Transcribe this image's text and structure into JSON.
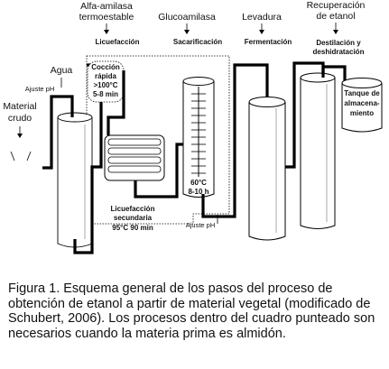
{
  "labels": {
    "enzyme1_line1": "Alfa-amilasa",
    "enzyme1_line2": "termoestable",
    "enzyme2": "Glucoamilasa",
    "enzyme3": "Levadura",
    "recovery_line1": "Recuperación",
    "recovery_line2": "de etanol",
    "step_liquefaction": "Licuefacción",
    "step_saccharification": "Sacarificación",
    "step_fermentation": "Fermentación",
    "step_distillation_line1": "Destilación y",
    "step_distillation_line2": "deshidratación",
    "water": "Agua",
    "ph_adjust_top": "Ajuste pH",
    "raw_material_line1": "Material",
    "raw_material_line2": "crudo",
    "cooking_line1": "Cocción",
    "cooking_line2": "rápida",
    "cooking_line3": ">100°C",
    "cooking_line4": "5-8 min",
    "saccharification_temp": "60°C",
    "saccharification_time": "8-10 h",
    "secondary_line1": "Licuefacción",
    "secondary_line2": "secundaria",
    "secondary_line3": "95°C 90 min",
    "ph_adjust_bottom": "Ajuste pH",
    "storage_line1": "Tanque de",
    "storage_line2": "almacena-",
    "storage_line3": "miento"
  },
  "caption": "Figura 1. Esquema general de los pasos del proceso de obtención de etanol a partir de material vegetal (modificado de Schubert, 2006). Los procesos dentro del cuadro punteado son necesarios cuando la materia prima es almidón."
}
